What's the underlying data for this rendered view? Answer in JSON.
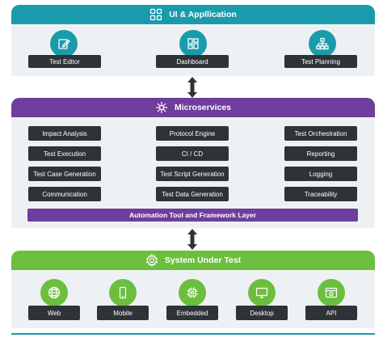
{
  "ui_layer": {
    "title": "UI & Appllication",
    "items": [
      {
        "label": "Test Editor",
        "icon": "edit-icon"
      },
      {
        "label": "Dashboard",
        "icon": "dashboard-icon"
      },
      {
        "label": "Test Planning",
        "icon": "hierarchy-icon"
      }
    ]
  },
  "microservices_layer": {
    "title": "Microservices",
    "columns": [
      [
        "Impact Analysis",
        "Test Execution",
        "Test Case Generation",
        "Communication"
      ],
      [
        "Protocol Engine",
        "CI / CD",
        "Test Script Generation",
        "Test Data Generation"
      ],
      [
        "Test Orchestration",
        "Reporting",
        "Logging",
        "Traceability"
      ]
    ],
    "automation_bar": "Automation Tool and Framework Layer"
  },
  "sut_layer": {
    "title": "System Under Test",
    "items": [
      {
        "label": "Web",
        "icon": "globe-icon"
      },
      {
        "label": "Mobile",
        "icon": "mobile-icon"
      },
      {
        "label": "Embedded",
        "icon": "chip-icon"
      },
      {
        "label": "Desktop",
        "icon": "monitor-icon"
      },
      {
        "label": "API",
        "icon": "api-icon"
      }
    ]
  },
  "colors": {
    "teal": "#1a9bab",
    "purple": "#6f3d9b",
    "green": "#6cbf3e",
    "dark_box": "#2e3338",
    "panel": "#eef1f4"
  }
}
